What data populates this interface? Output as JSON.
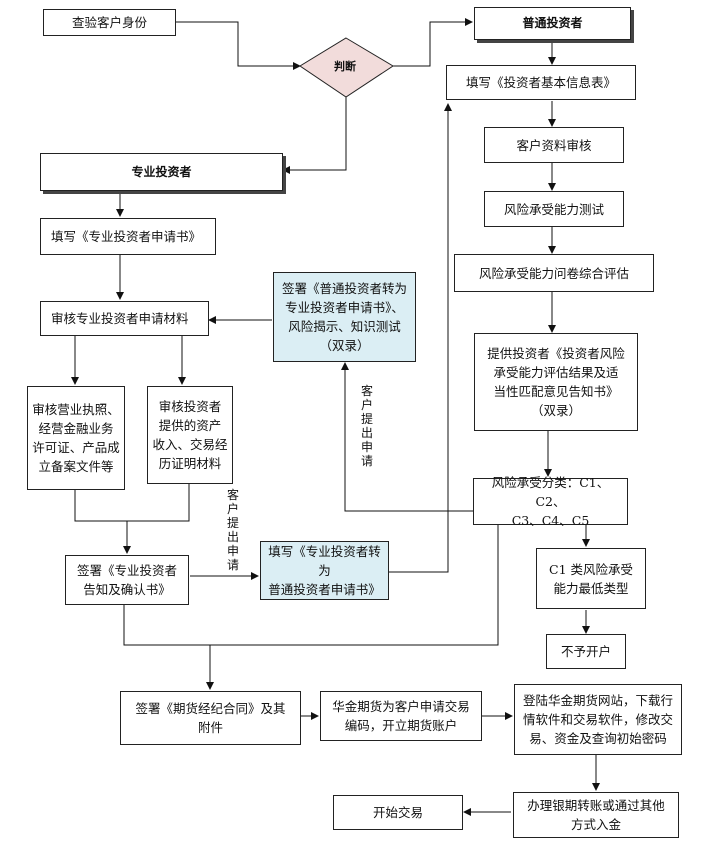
{
  "nodes": {
    "verify_identity": "查验客户身份",
    "judge": "判断",
    "ordinary_investor": "普通投资者",
    "fill_basic_info": "填写《投资者基本信息表》",
    "review_client_info": "客户资料审核",
    "risk_test": "风险承受能力测试",
    "risk_questionnaire": "风险承受能力问卷综合评估",
    "provide_notice": "提供投资者《投资者风险\n承受能力评估结果及适\n当性匹配意见告知书》\n（双录）",
    "risk_classify": "风险承受分类：C1、C2、\nC3、C4、C5",
    "c1_lowest": "C1 类风险承受\n能力最低类型",
    "no_account": "不予开户",
    "professional_investor": "专业投资者",
    "fill_professional_app": "填写《专业投资者申请书》",
    "review_professional_materials": "审核专业投资者申请材料",
    "sign_convert_to_professional": "签署《普通投资者转为\n专业投资者申请书》、\n风险揭示、知识测试\n（双录）",
    "review_license": "审核营业执照、\n经营金融业务\n许可证、产品成\n立备案文件等",
    "review_assets": "审核投资者\n提供的资产\n收入、交易经\n历证明材料",
    "sign_professional_notice": "签署《专业投资者\n告知及确认书》",
    "fill_convert_to_ordinary": "填写《专业投资者转为\n普通投资者申请书》",
    "sign_futures_contract": "签署《期货经纪合同》及其\n附件",
    "apply_trading_code": "华金期货为客户申请交易\n编码，开立期货账户",
    "login_website": "登陆华金期货网站，下载行\n情软件和交易软件，修改交\n易、资金及查询初始密码",
    "bank_transfer": "办理银期转账或通过其他\n方式入金",
    "start_trading": "开始交易"
  },
  "edge_labels": {
    "client_apply_1": "客户提出申请",
    "client_apply_2": "客户提出申请"
  }
}
